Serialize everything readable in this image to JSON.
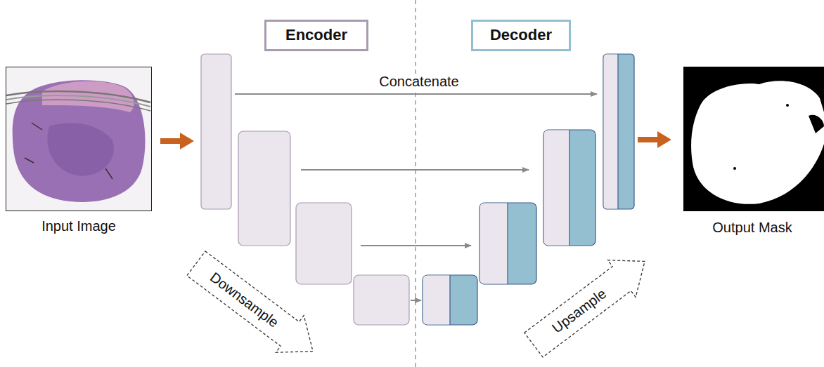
{
  "diagram": {
    "nodes": [
      {
        "text": [
          "Encoder"
        ]
      },
      {
        "text": [
          "Decoder"
        ]
      },
      {
        "text": [
          "Downsample"
        ]
      },
      {
        "text": [
          "Upsample"
        ]
      }
    ],
    "labels": [
      "Concatenate",
      "Input Image",
      "Output Mask"
    ]
  }
}
